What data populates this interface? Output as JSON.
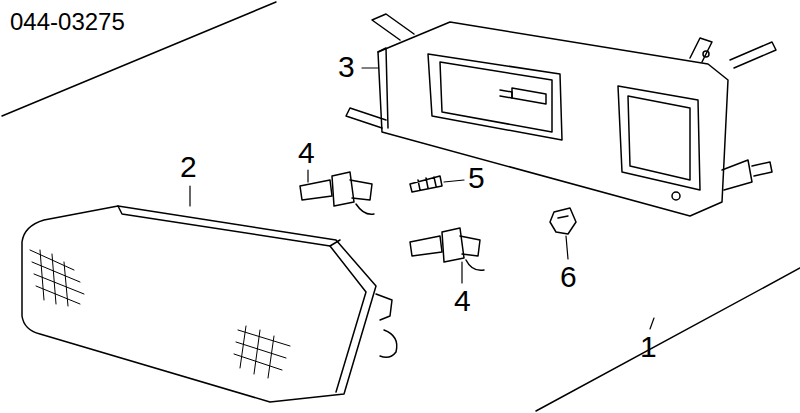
{
  "diagram": {
    "labels": [
      "044-03275",
      "3",
      "2",
      "4",
      "5",
      "4",
      "6",
      "1"
    ]
  }
}
